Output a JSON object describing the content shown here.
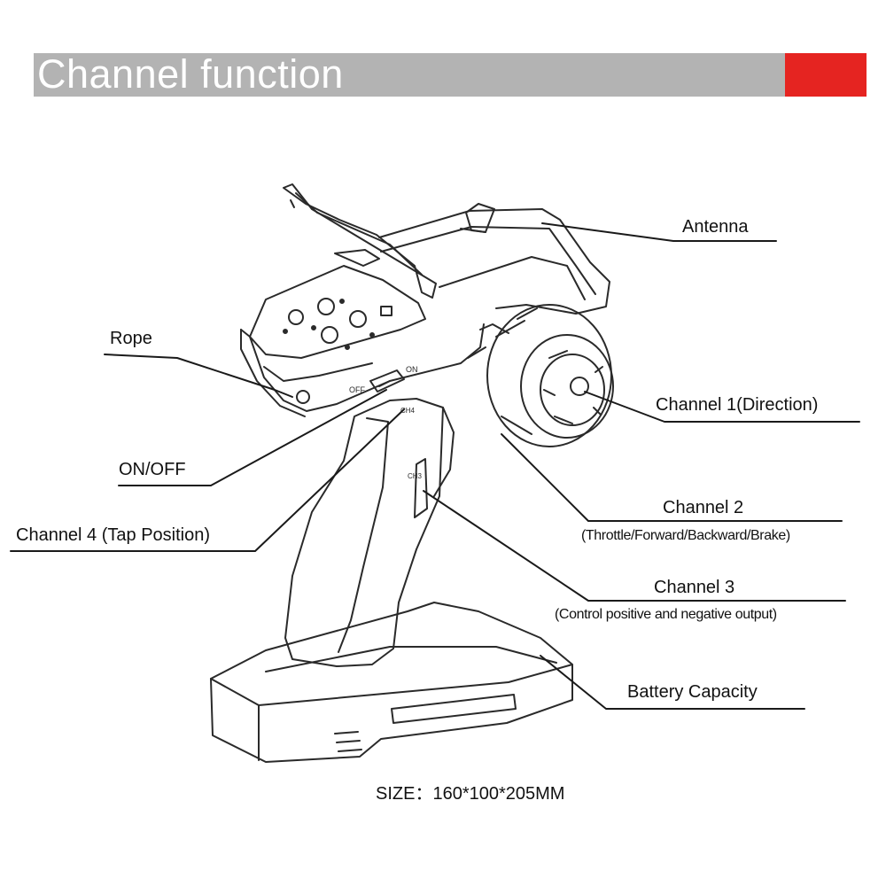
{
  "header": {
    "title": "Channel function",
    "bar_color": "#b3b3b3",
    "accent_color": "#e52421"
  },
  "diagram": {
    "subject": "transmitter",
    "labels": {
      "antenna": "Antenna",
      "rope": "Rope",
      "on_off": "ON/OFF",
      "channel_1": "Channel 1(Direction)",
      "channel_2": "Channel 2",
      "channel_2_detail": "(Throttle/Forward/Backward/Brake)",
      "channel_3": "Channel 3",
      "channel_3_detail": "(Control positive and negative output)",
      "channel_4": "Channel 4 (Tap Position)",
      "battery": "Battery Capacity"
    },
    "switch_text": {
      "on": "ON",
      "off": "OFF",
      "ch4": "CH4",
      "ch3": "CH3"
    }
  },
  "footer": {
    "size": "SIZE：160*100*205MM"
  }
}
